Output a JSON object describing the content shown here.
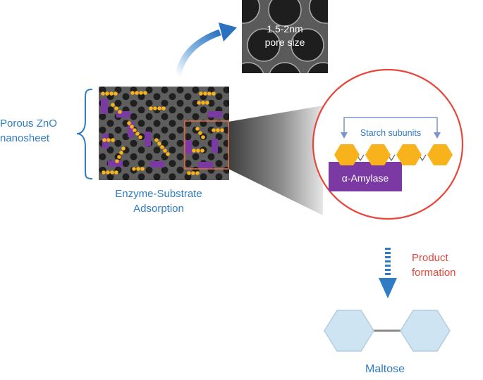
{
  "labels": {
    "porous_zno": [
      "Porous ZnO",
      "nanosheet"
    ],
    "adsorption": [
      "Enzyme-Substrate",
      "Adsorption"
    ],
    "pore_size": [
      "1.5-2nm",
      "pore size"
    ],
    "starch": "Starch subunits",
    "amylase": "α-Amylase",
    "product": [
      "Product",
      "formation"
    ],
    "maltose": "Maltose"
  },
  "colors": {
    "blue_text": "#2f7cc4",
    "red_text": "#e8463b",
    "enzyme_purple": "#7b3aa3",
    "substrate_yellow": "#f7b21c",
    "sheet_gray": "#5e5e5e",
    "maltose_fill": "#cfe4f2"
  }
}
